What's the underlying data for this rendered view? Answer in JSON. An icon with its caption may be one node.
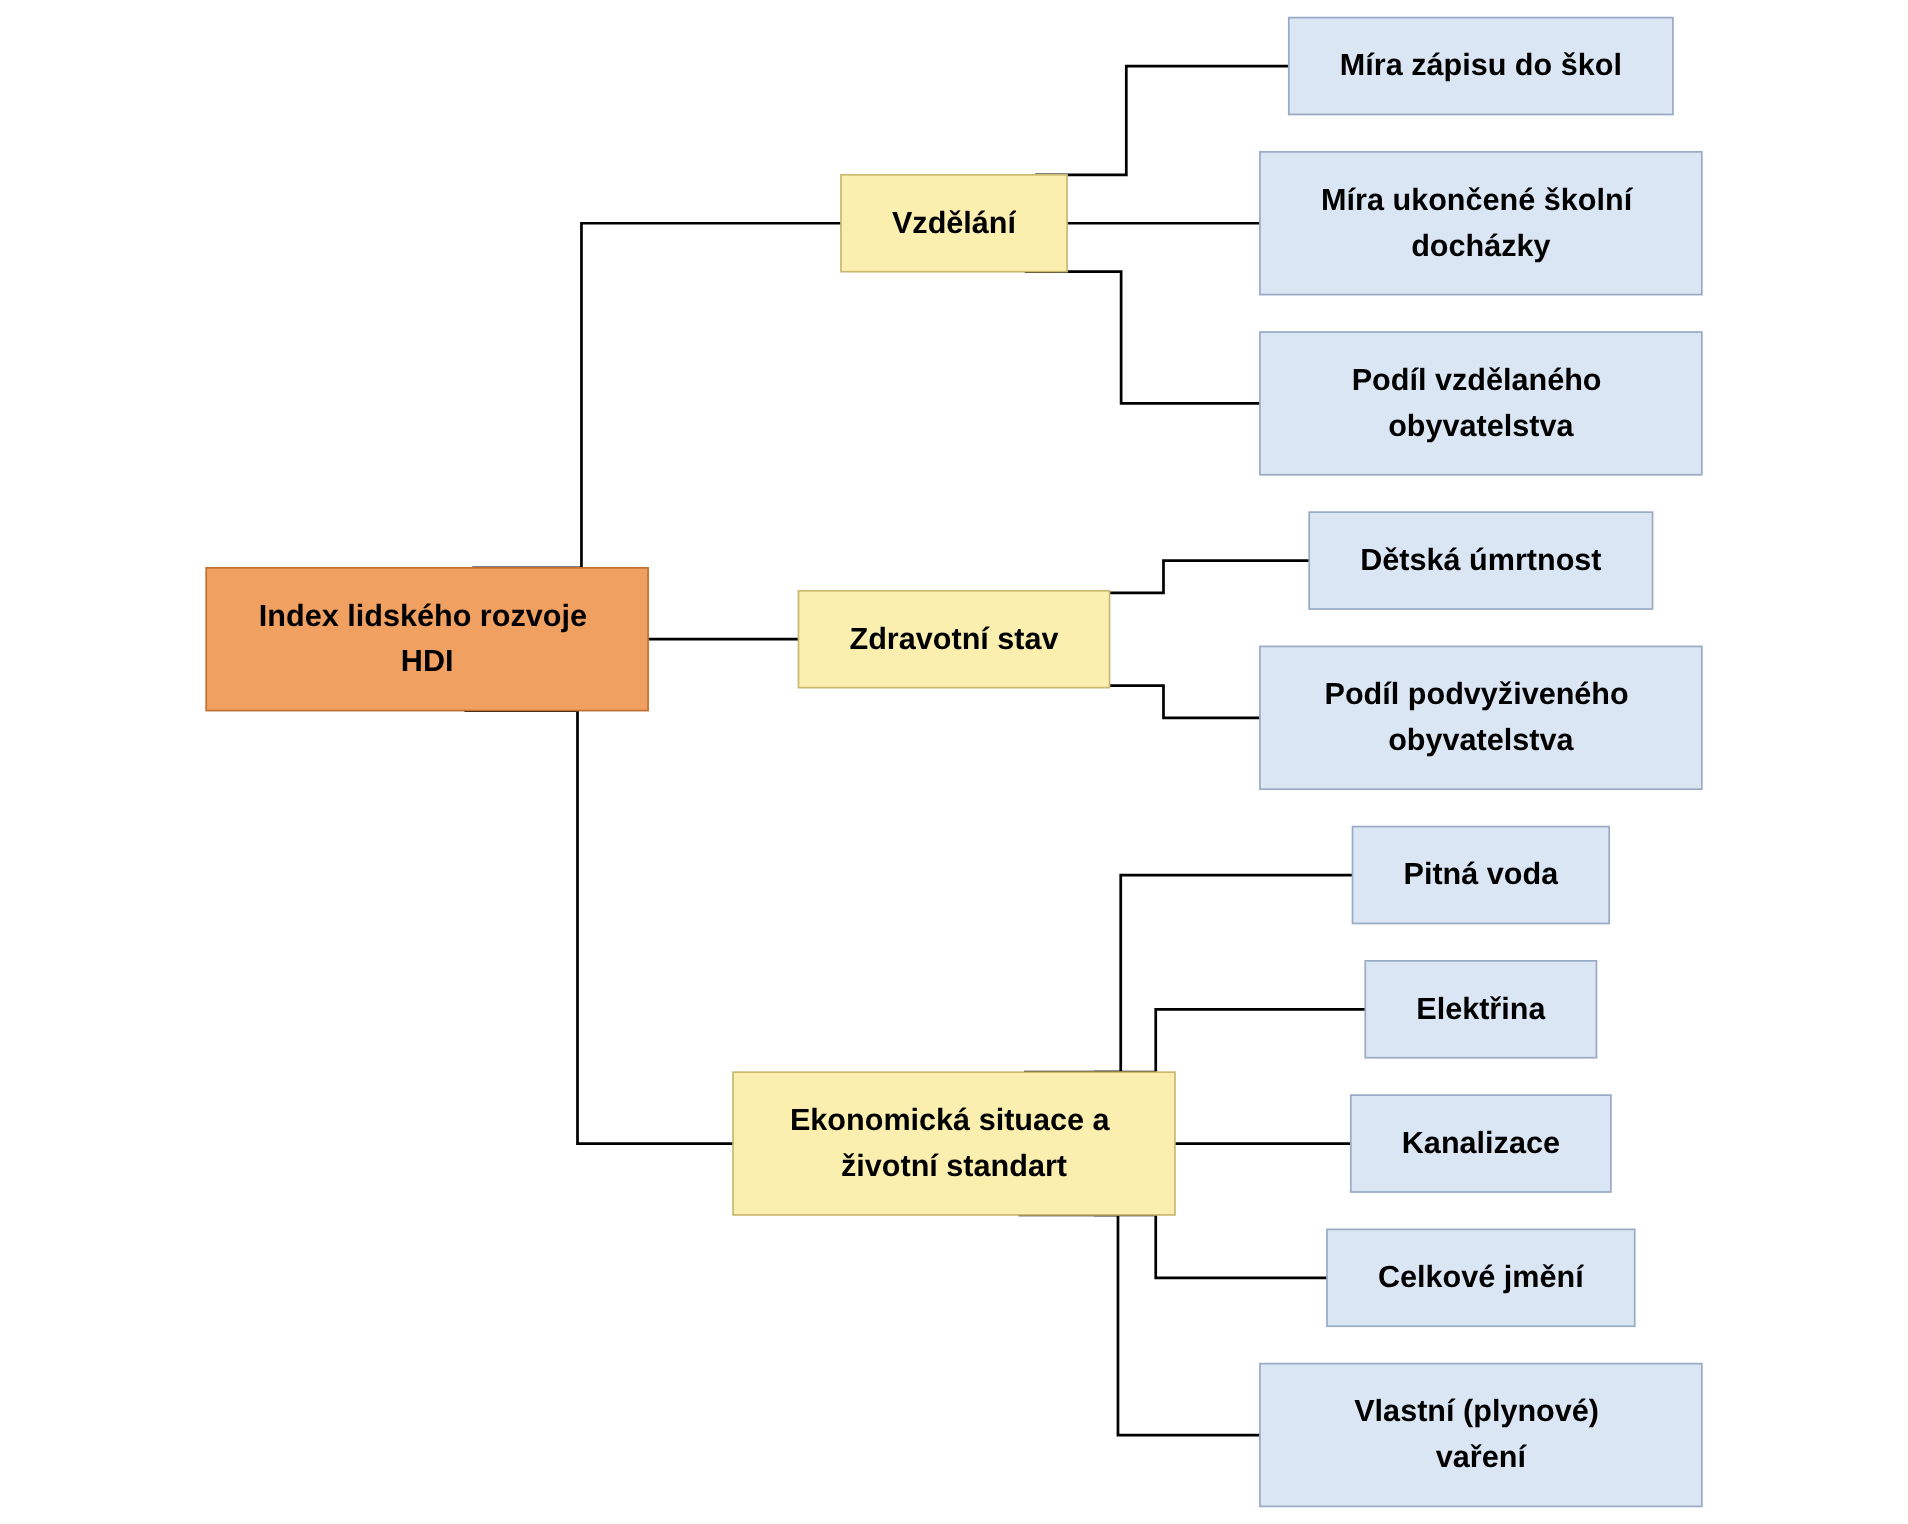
{
  "diagram": {
    "nodes": [
      {
        "text": [
          "Index lidského rozvoje HDI"
        ]
      },
      {
        "text": [
          "Vzdělání"
        ]
      },
      {
        "text": [
          "Zdravotní stav"
        ]
      },
      {
        "text": [
          "Ekonomická situace a životní standart"
        ]
      },
      {
        "text": [
          "Míra zápisu do škol"
        ]
      },
      {
        "text": [
          "Míra ukončené školní docházky"
        ]
      },
      {
        "text": [
          "Podíl vzdělaného obyvatelstva"
        ]
      },
      {
        "text": [
          "Dětská úmrtnost"
        ]
      },
      {
        "text": [
          "Podíl podvyživeného obyvatelstva"
        ]
      },
      {
        "text": [
          "Pitná voda"
        ]
      },
      {
        "text": [
          "Elektřina"
        ]
      },
      {
        "text": [
          "Kanalizace"
        ]
      },
      {
        "text": [
          "Celkové jmění"
        ]
      },
      {
        "text": [
          "Vlastní (plynové) vaření"
        ]
      }
    ],
    "edges": [
      {
        "from": 0,
        "to": 1,
        "arrow": "none"
      },
      {
        "from": 0,
        "to": 2,
        "arrow": "none"
      },
      {
        "from": 0,
        "to": 3,
        "arrow": "none"
      },
      {
        "from": 1,
        "to": 4,
        "arrow": "none"
      },
      {
        "from": 1,
        "to": 5,
        "arrow": "none"
      },
      {
        "from": 1,
        "to": 6,
        "arrow": "none"
      },
      {
        "from": 2,
        "to": 7,
        "arrow": "none"
      },
      {
        "from": 2,
        "to": 8,
        "arrow": "none"
      },
      {
        "from": 3,
        "to": 9,
        "arrow": "none"
      },
      {
        "from": 3,
        "to": 10,
        "arrow": "none"
      },
      {
        "from": 3,
        "to": 11,
        "arrow": "none"
      },
      {
        "from": 3,
        "to": 12,
        "arrow": "none"
      },
      {
        "from": 3,
        "to": 13,
        "arrow": "none"
      }
    ]
  }
}
